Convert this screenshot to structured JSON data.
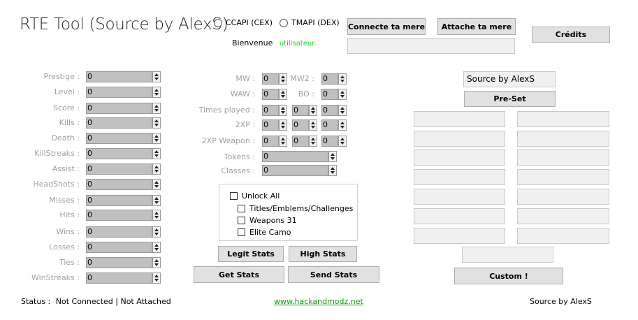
{
  "header": {
    "title": "RTE Tool (Source by AlexS)",
    "radio_ccapi": "CCAPI (CEX)",
    "radio_tmapi": "TMAPI (DEX)",
    "connect_label": "Connecte ta mere",
    "attach_label": "Attache ta mere",
    "credits_label": "Crédits",
    "welcome_label": "Bienvenue",
    "welcome_user": "utilisateur",
    "welcome_user_color": "#22cc22"
  },
  "stats": [
    {
      "label": "Prestige :",
      "value": "0"
    },
    {
      "label": "Level :",
      "value": "0"
    },
    {
      "label": "Score :",
      "value": "0"
    },
    {
      "label": "Kills :",
      "value": "0"
    },
    {
      "label": "Death :",
      "value": "0"
    },
    {
      "label": "KillStreaks :",
      "value": "0"
    },
    {
      "label": "Assist :",
      "value": "0"
    },
    {
      "label": "HeadShots :",
      "value": "0"
    },
    {
      "label": "Misses :",
      "value": "0"
    },
    {
      "label": "Hits :",
      "value": "0"
    },
    {
      "label": "Wins :",
      "value": "0"
    },
    {
      "label": "Losses :",
      "value": "0"
    },
    {
      "label": "Ties :",
      "value": "0"
    },
    {
      "label": "WinStreaks :",
      "value": "0"
    }
  ],
  "middle": {
    "mw_label": "MW :",
    "mw_value": "0",
    "mw2_label": "MW2 :",
    "mw2_value": "0",
    "waw_label": "WAW :",
    "waw_value": "0",
    "bo_label": "BO :",
    "bo_value": "0",
    "times_label": "Times played :",
    "times_values": [
      "0",
      "0",
      "0"
    ],
    "xp_label": "2XP :",
    "xp_values": [
      "0",
      "0",
      "0"
    ],
    "xpw_label": "2XP Weapon :",
    "xpw_values": [
      "0",
      "0",
      "0"
    ],
    "tokens_label": "Tokens :",
    "tokens_value": "0",
    "classes_label": "Classes :",
    "classes_value": "0"
  },
  "unlocks": {
    "unlock_all": "Unlock All",
    "titles": "Titles/Emblems/Challenges",
    "weapons": "Weapons 31",
    "elite": "Elite Camo"
  },
  "buttons": {
    "legit": "Legit Stats",
    "high": "High Stats",
    "get": "Get Stats",
    "send": "Send Stats"
  },
  "right": {
    "source_value": "Source by AlexS",
    "preset_label": "Pre-Set",
    "custom_label": "Custom !"
  },
  "footer": {
    "status_label": "Status :",
    "status_value": "Not Connected | Not Attached",
    "link": "www.hackandmodz.net",
    "source": "Source by AlexS"
  }
}
